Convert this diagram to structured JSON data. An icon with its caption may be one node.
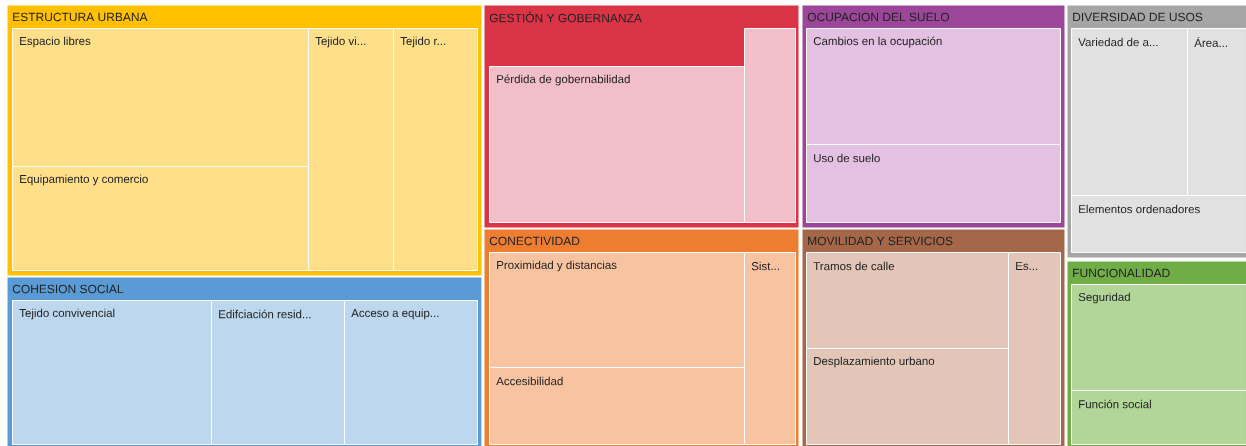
{
  "diagram": {
    "nodes": [
      {
        "text": [
          "ESTRUCTURA URBANA"
        ]
      },
      {
        "text": [
          "Espacio libres"
        ],
        "in": 0
      },
      {
        "text": [
          "Equipamiento y comercio"
        ],
        "in": 0
      },
      {
        "text": [
          "Tejido vi..."
        ],
        "in": 0
      },
      {
        "text": [
          "Tejido r..."
        ],
        "in": 0
      },
      {
        "text": [
          "COHESION SOCIAL"
        ]
      },
      {
        "text": [
          "Tejido convivencial"
        ],
        "in": 5
      },
      {
        "text": [
          "Edifciación resid..."
        ],
        "in": 5
      },
      {
        "text": [
          "Acceso a equip..."
        ],
        "in": 5
      },
      {
        "text": [
          "GESTIÓN Y GOBERNANZA"
        ]
      },
      {
        "text": [
          "Pérdida de gobernabilidad"
        ],
        "in": 9
      },
      {
        "text": [],
        "shape": "box",
        "in": 9
      },
      {
        "text": [
          "CONECTIVIDAD"
        ]
      },
      {
        "text": [
          "Proximidad y distancias"
        ],
        "in": 12
      },
      {
        "text": [
          "Accesibilidad"
        ],
        "in": 12
      },
      {
        "text": [
          "Sist..."
        ],
        "in": 12
      },
      {
        "text": [
          "OCUPACION DEL SUELO"
        ]
      },
      {
        "text": [
          "Cambios en la ocupación"
        ],
        "in": 16
      },
      {
        "text": [
          "Uso de suelo"
        ],
        "in": 16
      },
      {
        "text": [
          "MOVILIDAD Y SERVICIOS"
        ]
      },
      {
        "text": [
          "Tramos de calle"
        ],
        "in": 19
      },
      {
        "text": [
          "Desplazamiento urbano"
        ],
        "in": 19
      },
      {
        "text": [
          "Es..."
        ],
        "in": 19
      },
      {
        "text": [
          "DIVERSIDAD DE USOS"
        ]
      },
      {
        "text": [
          "Variedad de a..."
        ],
        "in": 23
      },
      {
        "text": [
          "Área..."
        ],
        "in": 23
      },
      {
        "text": [
          "Elementos ordenadores"
        ],
        "in": 23
      },
      {
        "text": [
          "FUNCIONALIDAD"
        ]
      },
      {
        "text": [
          "Seguridad"
        ],
        "in": 27
      },
      {
        "text": [
          "Función social"
        ],
        "in": 27
      }
    ]
  }
}
